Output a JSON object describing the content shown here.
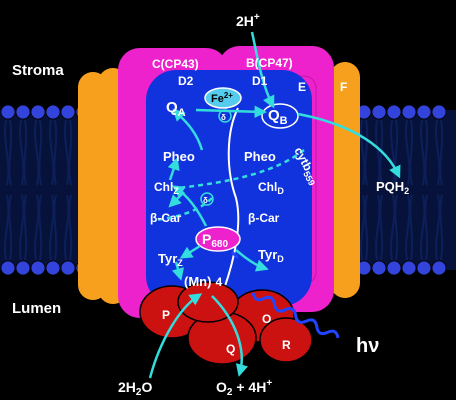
{
  "regions": {
    "stroma": "Stroma",
    "lumen": "Lumen"
  },
  "proteins": {
    "cp43": "C(CP43)",
    "cp47": "B(CP47)",
    "d2": "D2",
    "d1": "D1",
    "e": "E",
    "f": "F",
    "p": "P",
    "o": "O",
    "q": "Q",
    "r": "R",
    "cytb": "cytb",
    "cytb_sub": "559"
  },
  "cofactors": {
    "fe_main": "Fe",
    "fe_sup": "2+",
    "qa_main": "Q",
    "qa_sub": "A",
    "qb_main": "Q",
    "qb_sub": "B",
    "pheo_left": "Pheo",
    "pheo_right": "Pheo",
    "chlz_main": "Chl",
    "chlz_sub": "Z",
    "chld_main": "Chl",
    "chld_sub": "D",
    "bcar_left": "β-Car",
    "bcar_right": "β-Car",
    "p680_main": "P",
    "p680_sub": "680",
    "tyrz_main": "Tyr",
    "tyrz_sub": "Z",
    "tyrd_main": "Tyr",
    "tyrd_sub": "D",
    "mn": "(Mn)",
    "mn_sub": "4",
    "heme1": "δ",
    "heme2": "δ"
  },
  "reactants": {
    "two_h_main": "2H",
    "two_h_sup": "+",
    "pqh_main": "PQH",
    "pqh_sub": "2",
    "water_pre": "2H",
    "water_sub": "2",
    "water_post": "O",
    "o2_pre": "O",
    "o2_sub": "2",
    "o2_post": " + 4H",
    "o2_sup": "+",
    "light": "hν"
  },
  "colors": {
    "background": "#000000",
    "membrane_head": "#3344dd",
    "membrane_tail": "#0d1f5a",
    "orange": "#f7a01e",
    "magenta": "#ee22cc",
    "d_blue": "#1133dd",
    "red": "#cc1111",
    "cyan": "#33dddd",
    "fe_fill": "#55ccee",
    "p680_fill": "#ee22cc"
  }
}
